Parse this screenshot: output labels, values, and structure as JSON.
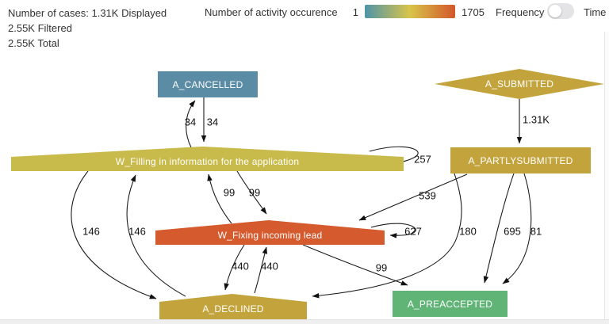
{
  "header": {
    "cases": {
      "line1": "Number of cases: 1.31K Displayed",
      "line2": "2.55K Filtered",
      "line3": "2.55K Total"
    },
    "legend": {
      "title": "Number of activity occurence",
      "min": "1",
      "max": "1705",
      "gradient": [
        "#4E94A8",
        "#D8C44A",
        "#D2572A"
      ]
    },
    "toggle": {
      "left_label": "Frequency",
      "right_label": "Time",
      "state": "left"
    }
  },
  "nodes": [
    {
      "id": "a_cancelled",
      "label": "A_CANCELLED",
      "shape": "rectangle",
      "color": "#5A8CA5"
    },
    {
      "id": "a_submitted",
      "label": "A_SUBMITTED",
      "shape": "diamond",
      "color": "#C3A33B"
    },
    {
      "id": "w_filling",
      "label": "W_Filling in information for the application",
      "shape": "banner",
      "color": "#C9BB4B"
    },
    {
      "id": "a_partlysubmitted",
      "label": "A_PARTLYSUBMITTED",
      "shape": "rectangle",
      "color": "#C3A33B"
    },
    {
      "id": "w_fixing",
      "label": "W_Fixing incoming lead",
      "shape": "banner",
      "color": "#D55A2D"
    },
    {
      "id": "a_declined",
      "label": "A_DECLINED",
      "shape": "banner",
      "color": "#C3A33B"
    },
    {
      "id": "a_preaccepted",
      "label": "A_PREACCEPTED",
      "shape": "rectangle",
      "color": "#5FB476"
    }
  ],
  "edges": [
    {
      "from": "A_CANCELLED",
      "to": "W_Filling in information for the application",
      "label": "34"
    },
    {
      "from": "W_Filling in information for the application",
      "to": "A_CANCELLED",
      "label": "34"
    },
    {
      "from": "A_SUBMITTED",
      "to": "A_PARTLYSUBMITTED",
      "label": "1.31K"
    },
    {
      "from": "W_Filling in information for the application",
      "to": "W_Filling in information for the application",
      "label": "257"
    },
    {
      "from": "W_Filling in information for the application",
      "to": "W_Fixing incoming lead",
      "label": "99"
    },
    {
      "from": "W_Fixing incoming lead",
      "to": "W_Filling in information for the application",
      "label": "99"
    },
    {
      "from": "A_PARTLYSUBMITTED",
      "to": "W_Fixing incoming lead",
      "label": "539"
    },
    {
      "from": "W_Fixing incoming lead",
      "to": "W_Fixing incoming lead",
      "label": "627"
    },
    {
      "from": "W_Filling in information for the application",
      "to": "A_DECLINED",
      "label": "146"
    },
    {
      "from": "A_DECLINED",
      "to": "W_Filling in information for the application",
      "label": "146"
    },
    {
      "from": "W_Fixing incoming lead",
      "to": "A_DECLINED",
      "label": "440"
    },
    {
      "from": "A_DECLINED",
      "to": "W_Fixing incoming lead",
      "label": "440"
    },
    {
      "from": "W_Fixing incoming lead",
      "to": "A_PREACCEPTED",
      "label": "99"
    },
    {
      "from": "A_PARTLYSUBMITTED",
      "to": "A_DECLINED",
      "label": "180"
    },
    {
      "from": "A_PARTLYSUBMITTED",
      "to": "A_PREACCEPTED",
      "label": "695"
    },
    {
      "from": "A_PARTLYSUBMITTED",
      "to": "A_PREACCEPTED",
      "label": "81"
    }
  ]
}
